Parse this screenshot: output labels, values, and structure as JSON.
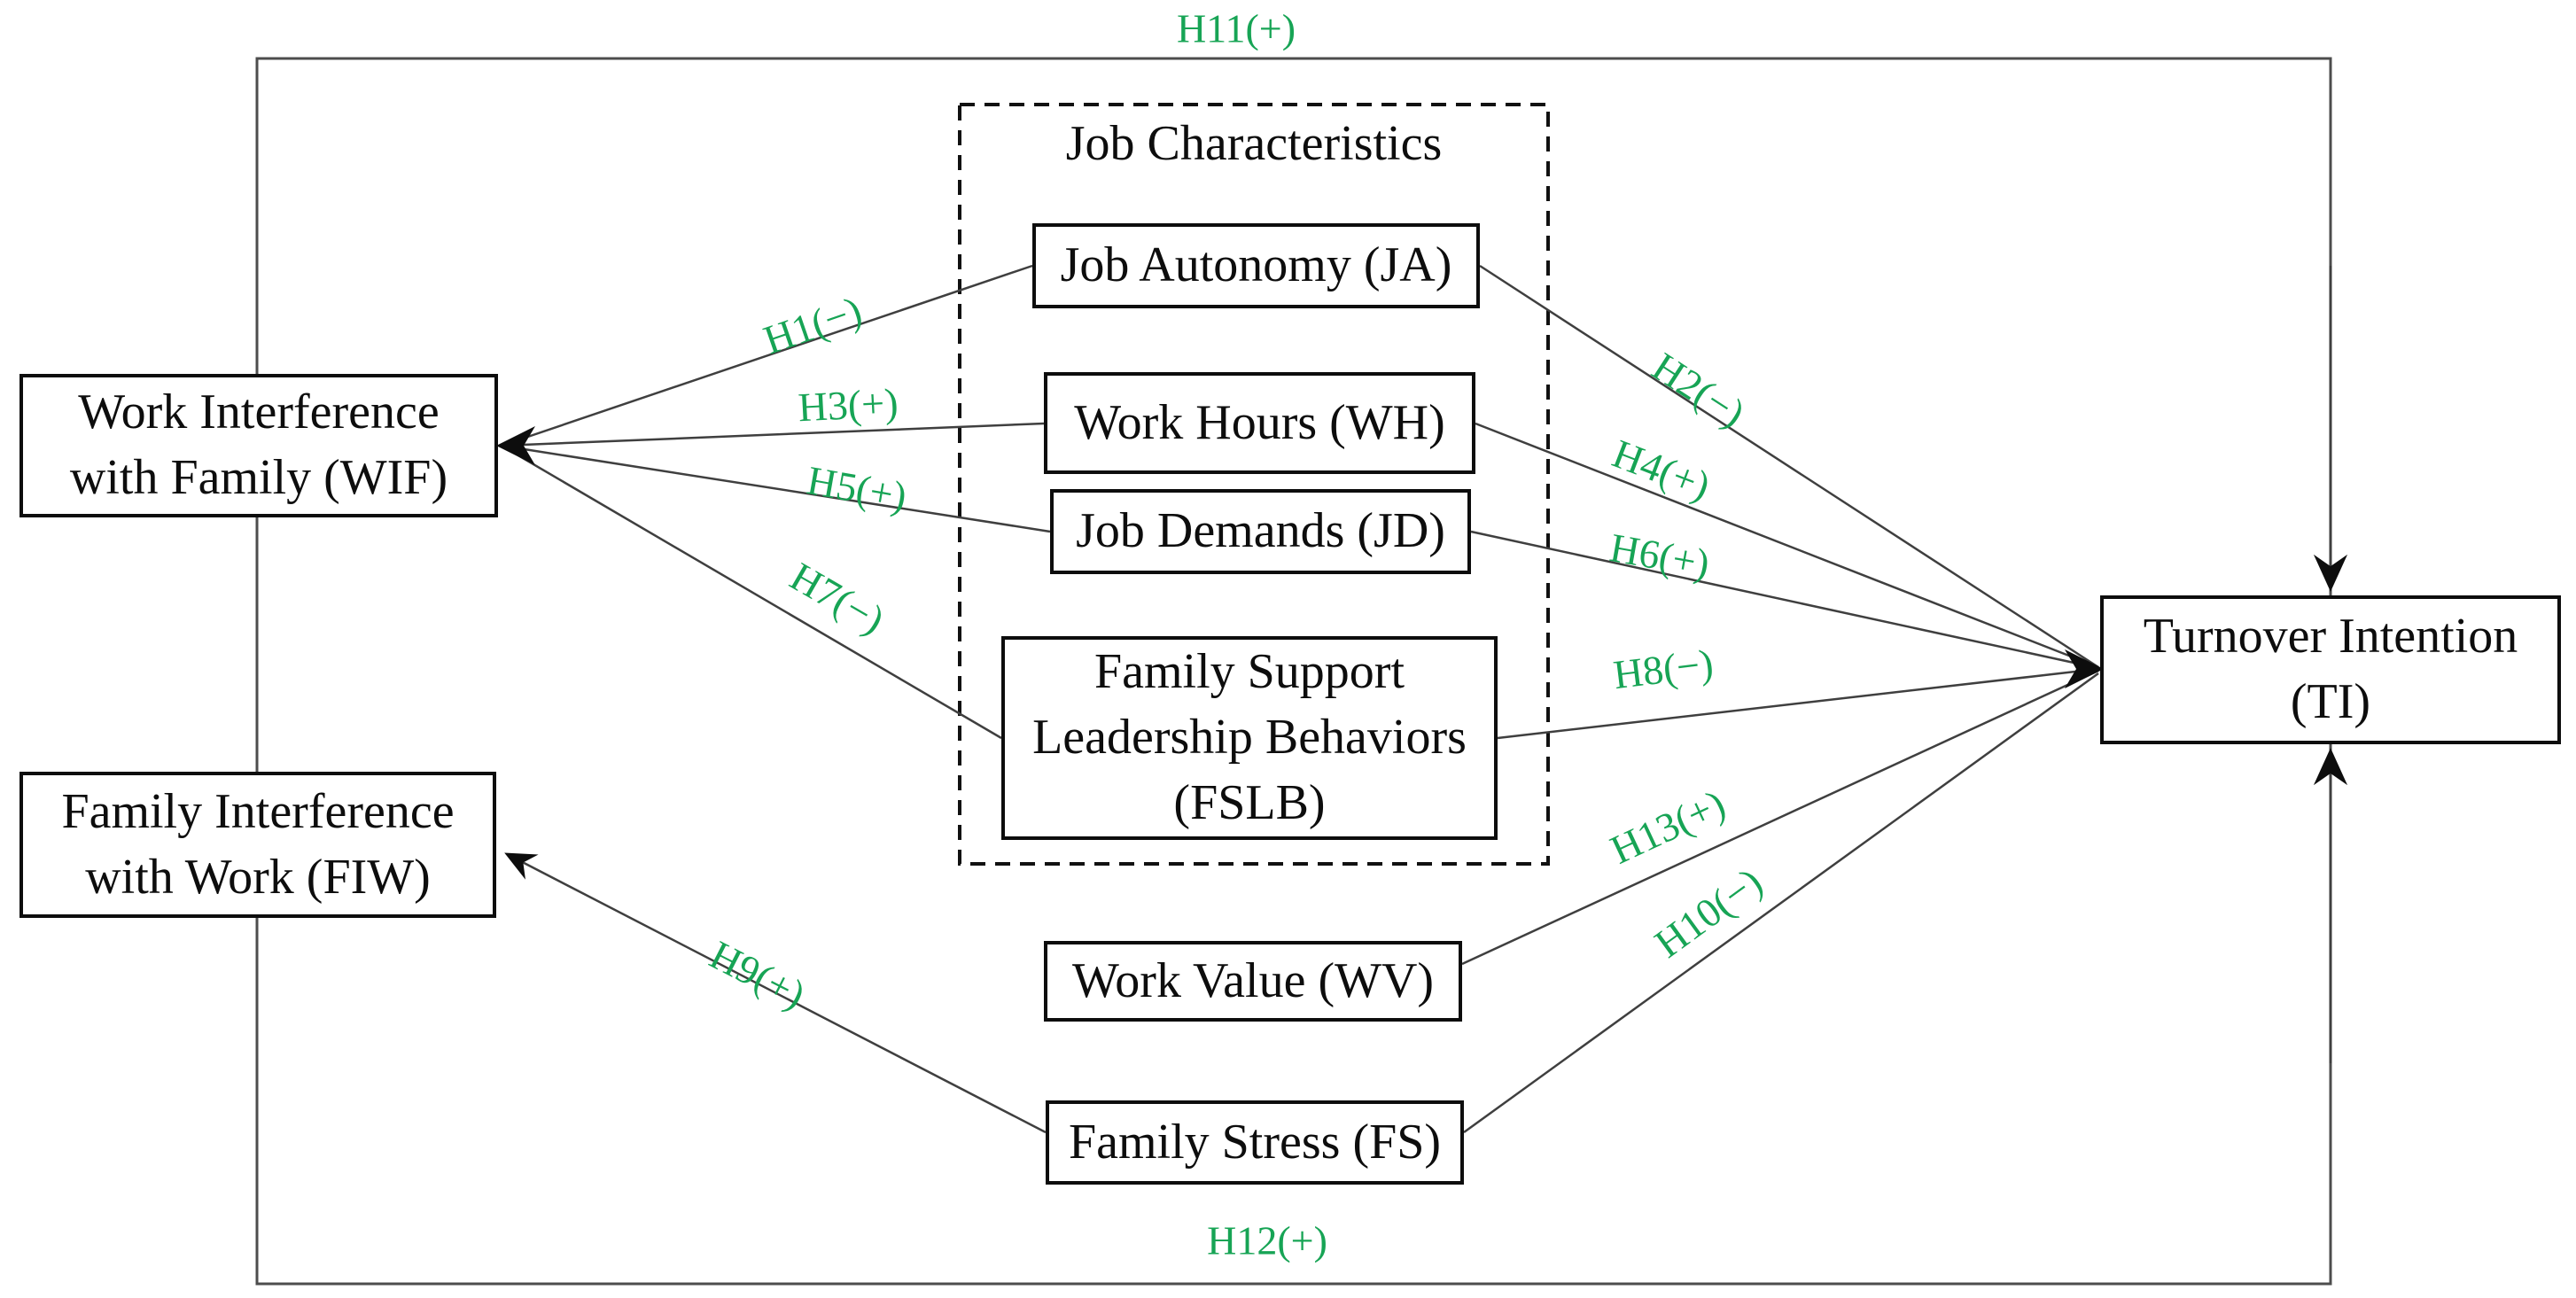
{
  "figure": {
    "type": "hypothesized-research-model",
    "group_title": "Job Characteristics"
  },
  "colors": {
    "hypothesis_label": "#17a455",
    "line": "#3f3f3f",
    "box_border": "#0d0d0d",
    "background": "#ffffff"
  },
  "nodes": {
    "wif": {
      "label": "Work Interference\nwith Family (WIF)"
    },
    "fiw": {
      "label": "Family Interference\nwith Work (FIW)"
    },
    "ja": {
      "label": "Job Autonomy (JA)"
    },
    "wh": {
      "label": "Work Hours (WH)"
    },
    "jd": {
      "label": "Job Demands (JD)"
    },
    "fslb": {
      "label": "Family Support\nLeadership Behaviors\n(FSLB)"
    },
    "wv": {
      "label": "Work Value (WV)"
    },
    "fs": {
      "label": "Family Stress (FS)"
    },
    "ti": {
      "label": "Turnover Intention\n(TI)"
    }
  },
  "hypotheses": {
    "h1": {
      "label": "H1(−)",
      "from": "ja",
      "to": "wif",
      "sign": "−"
    },
    "h2": {
      "label": "H2(−)",
      "from": "ja",
      "to": "ti",
      "sign": "−"
    },
    "h3": {
      "label": "H3(+)",
      "from": "wh",
      "to": "wif",
      "sign": "+"
    },
    "h4": {
      "label": "H4(+)",
      "from": "wh",
      "to": "ti",
      "sign": "+"
    },
    "h5": {
      "label": "H5(+)",
      "from": "jd",
      "to": "wif",
      "sign": "+"
    },
    "h6": {
      "label": "H6(+)",
      "from": "jd",
      "to": "ti",
      "sign": "+"
    },
    "h7": {
      "label": "H7(−)",
      "from": "fslb",
      "to": "wif",
      "sign": "−"
    },
    "h8": {
      "label": "H8(−)",
      "from": "fslb",
      "to": "ti",
      "sign": "−"
    },
    "h9": {
      "label": "H9(+)",
      "from": "fs",
      "to": "fiw",
      "sign": "+"
    },
    "h10": {
      "label": "H10(−)",
      "from": "fs",
      "to": "ti",
      "sign": "−"
    },
    "h11": {
      "label": "H11(+)",
      "from": "wif",
      "to": "ti",
      "sign": "+"
    },
    "h12": {
      "label": "H12(+)",
      "from": "fiw",
      "to": "ti",
      "sign": "+"
    },
    "h13": {
      "label": "H13(+)",
      "from": "wv",
      "to": "ti",
      "sign": "+"
    }
  }
}
